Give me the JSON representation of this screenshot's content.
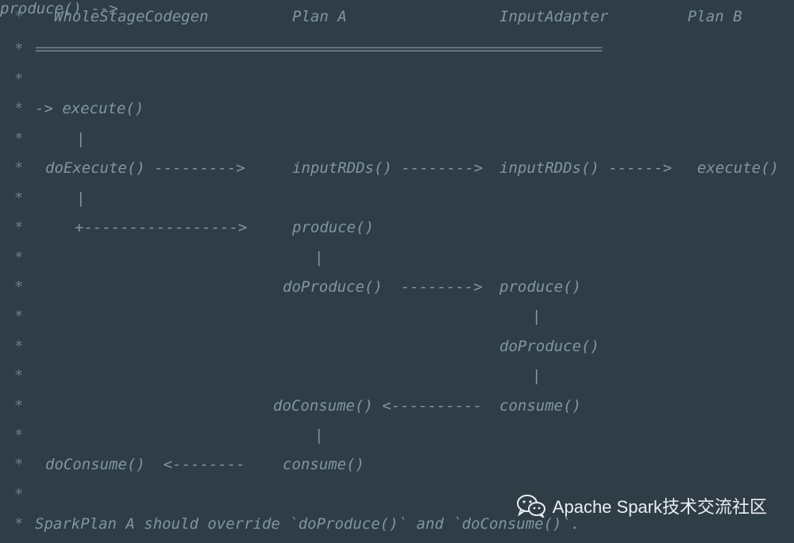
{
  "code": {
    "star": "*",
    "header": {
      "whole_stage": "WholeStageCodegen",
      "plan_a": "Plan A",
      "input_adapter": "InputAdapter",
      "plan_b": "Plan B"
    },
    "separator": "==============================================================================",
    "l_execute": "-> execute()",
    "bar": "|",
    "l4": {
      "do_execute": "doExecute() --------->",
      "input_rdds_a": "inputRDDs() -------->",
      "input_rdds_b": "inputRDDs() ------>",
      "execute_b": "execute()"
    },
    "l6": {
      "plus_arrow": "+----------------->",
      "produce_a": "produce()"
    },
    "l8": {
      "do_produce_a": "doProduce()  -------->",
      "produce_b": "produce()"
    },
    "l10": {
      "do_produce_b": "doProduce()"
    },
    "l12": {
      "do_consume_a": "doConsume() <----------",
      "consume_b": "consume()"
    },
    "l14": {
      "do_consume_ws": "doConsume()  <--------",
      "consume_a": "consume()"
    },
    "footer": "SparkPlan A should override `doProduce()` and `doConsume()`."
  },
  "watermark": {
    "icon": "wechat-icon",
    "text": "Apache Spark技术交流社区"
  }
}
